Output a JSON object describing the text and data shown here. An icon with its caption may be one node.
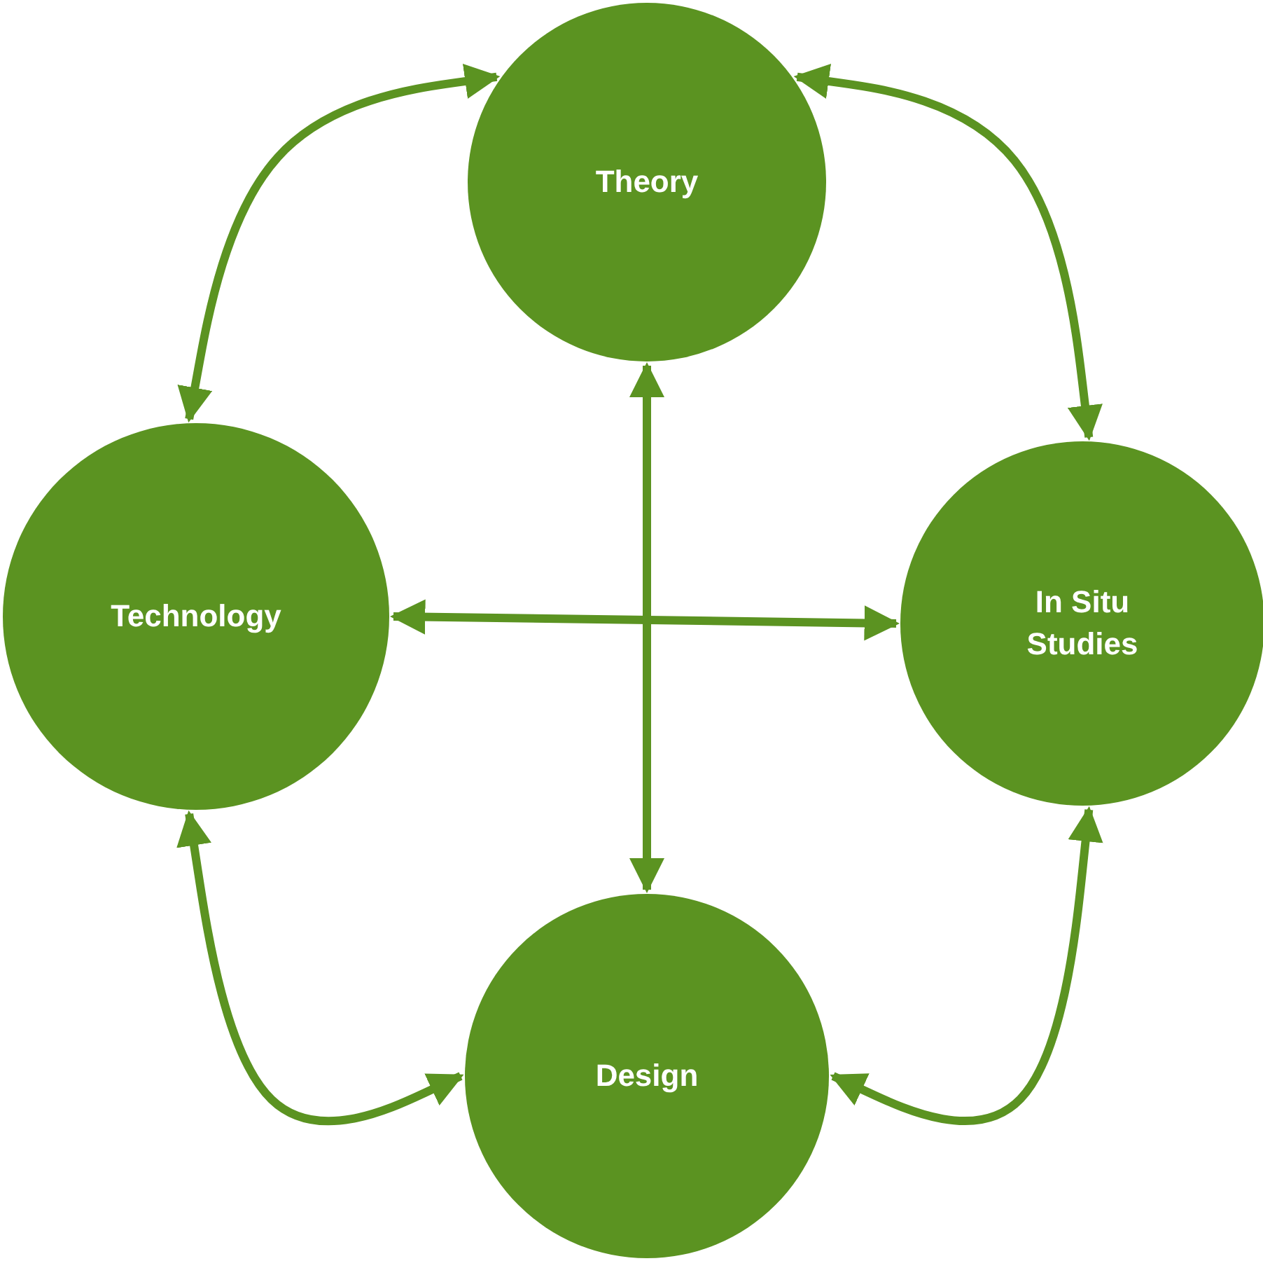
{
  "diagram": {
    "nodes": [
      {
        "text": [
          "Theory"
        ]
      },
      {
        "text": [
          "Technology"
        ]
      },
      {
        "text": [
          "In Situ Studies"
        ]
      },
      {
        "text": [
          "Design"
        ]
      }
    ],
    "edges": [
      {
        "from": 0,
        "to": 1,
        "arrow": "both"
      },
      {
        "from": 0,
        "to": 2,
        "arrow": "both"
      },
      {
        "from": 1,
        "to": 3,
        "arrow": "both"
      },
      {
        "from": 2,
        "to": 3,
        "arrow": "both"
      },
      {
        "from": 1,
        "to": 2,
        "arrow": "both"
      },
      {
        "from": 0,
        "to": 3,
        "arrow": "both"
      }
    ]
  }
}
